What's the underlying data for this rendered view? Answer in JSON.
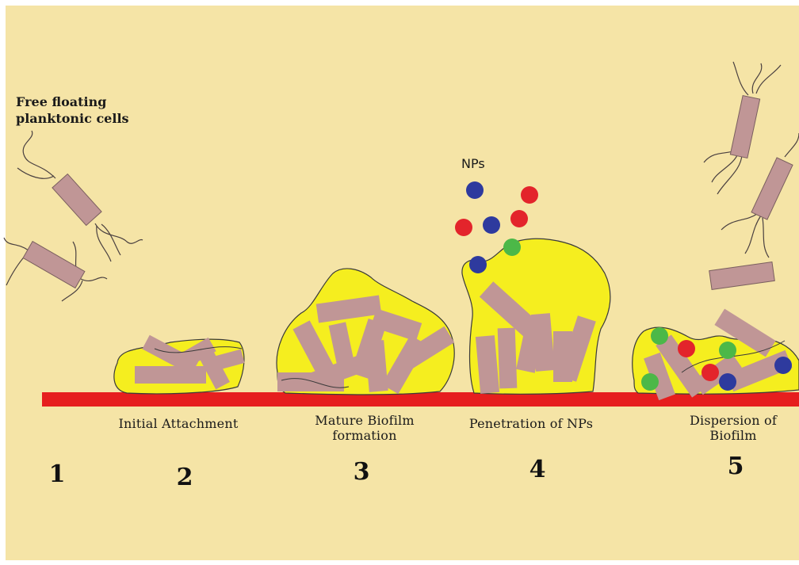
{
  "labels": {
    "planktonic_line1": "Free floating",
    "planktonic_line2": "planktonic cells",
    "nps": "NPs",
    "stage2": "Initial Attachment",
    "stage3_line1": "Mature Biofilm",
    "stage3_line2": "formation",
    "stage4": "Penetration of NPs",
    "stage5_line1": "Dispersion of",
    "stage5_line2": "Biofilm"
  },
  "stage_numbers": [
    "1",
    "2",
    "3",
    "4",
    "5"
  ],
  "colors": {
    "background": "#f5e4a6",
    "surface": "#e61e1e",
    "matrix": "#f5ee1f",
    "cell": "#c09696",
    "np_red": "#e3242b",
    "np_blue": "#2e3a9e",
    "np_green": "#4cb848"
  }
}
